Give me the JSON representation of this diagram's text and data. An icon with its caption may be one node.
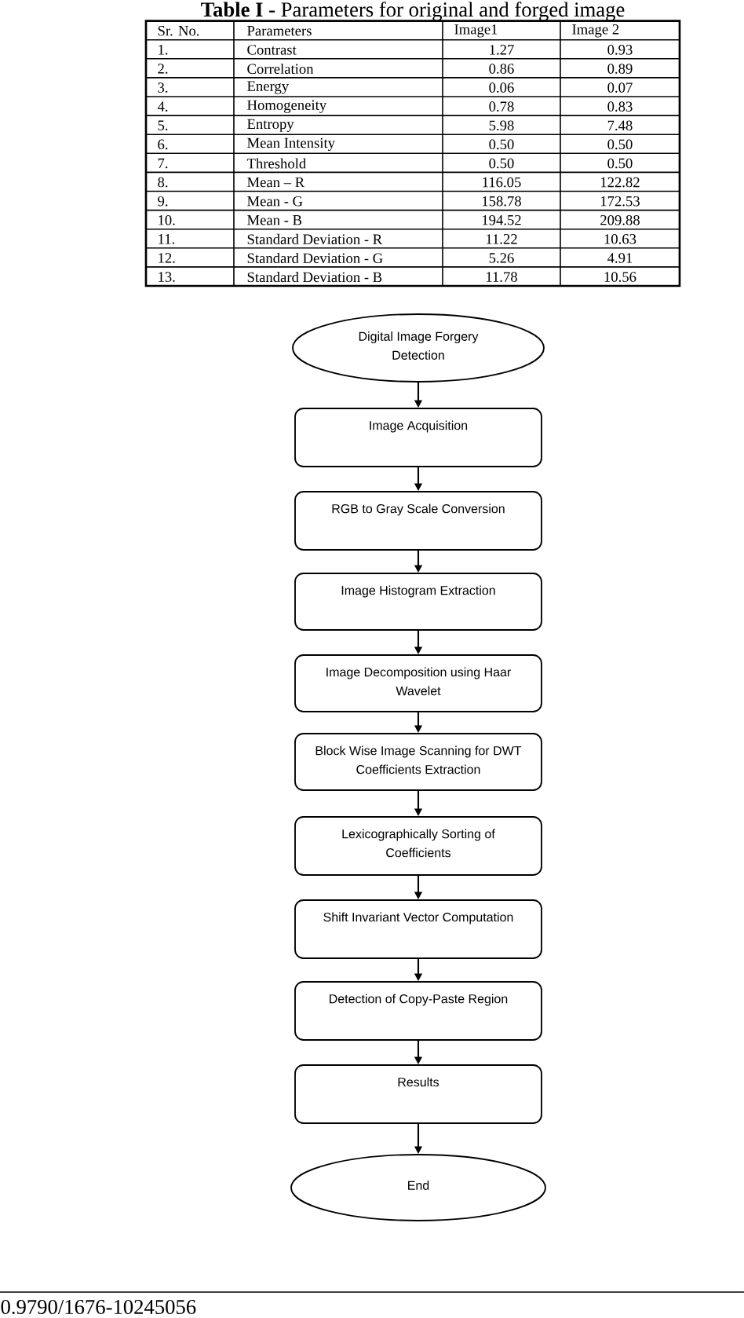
{
  "diagram": {
    "title": "**Table I -** Parameters for original and forged image",
    "nodes": [
      {
        "text": [
          "Digital Image Forgery Detection"
        ]
      },
      {
        "text": [
          "Image Acquisition"
        ]
      },
      {
        "text": [
          "RGB to Gray Scale Conversion"
        ]
      },
      {
        "text": [
          "Image Histogram Extraction"
        ]
      },
      {
        "text": [
          "Image Decomposition using Haar Wavelet"
        ]
      },
      {
        "text": [
          "Block Wise Image Scanning for DWT Coefficients Extraction"
        ]
      },
      {
        "text": [
          "Lexicographically Sorting of Coefficients"
        ]
      },
      {
        "text": [
          "Shift Invariant Vector Computation"
        ]
      },
      {
        "text": [
          "Detection of Copy-Paste Region"
        ]
      },
      {
        "text": [
          "Results"
        ]
      },
      {
        "text": [
          "End"
        ]
      }
    ],
    "edges": [
      {
        "from": 0,
        "to": 1,
        "arrow": "to"
      },
      {
        "from": 1,
        "to": 2,
        "arrow": "to"
      },
      {
        "from": 2,
        "to": 3,
        "arrow": "to"
      },
      {
        "from": 3,
        "to": 4,
        "arrow": "to"
      },
      {
        "from": 4,
        "to": 5,
        "arrow": "to"
      },
      {
        "from": 5,
        "to": 6,
        "arrow": "to"
      },
      {
        "from": 6,
        "to": 7,
        "arrow": "to"
      },
      {
        "from": 7,
        "to": 8,
        "arrow": "to"
      },
      {
        "from": 8,
        "to": 9,
        "arrow": "to"
      },
      {
        "from": 9,
        "to": 10,
        "arrow": "to"
      }
    ],
    "labels": [
      "Sr. No.",
      "Parameters",
      "Image1",
      "Image 2",
      "1.",
      "Contrast",
      "1.27",
      "0.93",
      "2.",
      "Correlation",
      "0.86",
      "0.89",
      "3.",
      "Energy",
      "0.06",
      "0.07",
      "4.",
      "Homogeneity",
      "0.78",
      "0.83",
      "5.",
      "Entropy",
      "5.98",
      "7.48",
      "6.",
      "Mean Intensity",
      "0.50",
      "0.50",
      "7.",
      "Threshold",
      "0.50",
      "0.50",
      "8.",
      "Mean – R",
      "116.05",
      "122.82",
      "9.",
      "Mean - G",
      "158.78",
      "172.53",
      "10.",
      "Mean - B",
      "194.52",
      "209.88",
      "11.",
      "Standard Deviation - R",
      "11.22",
      "10.63",
      "12.",
      "Standard Deviation - G",
      "5.26",
      "4.91",
      "13.",
      "Standard Deviation - B",
      "11.78",
      "10.56",
      "0.9790/1676-10245056"
    ]
  }
}
